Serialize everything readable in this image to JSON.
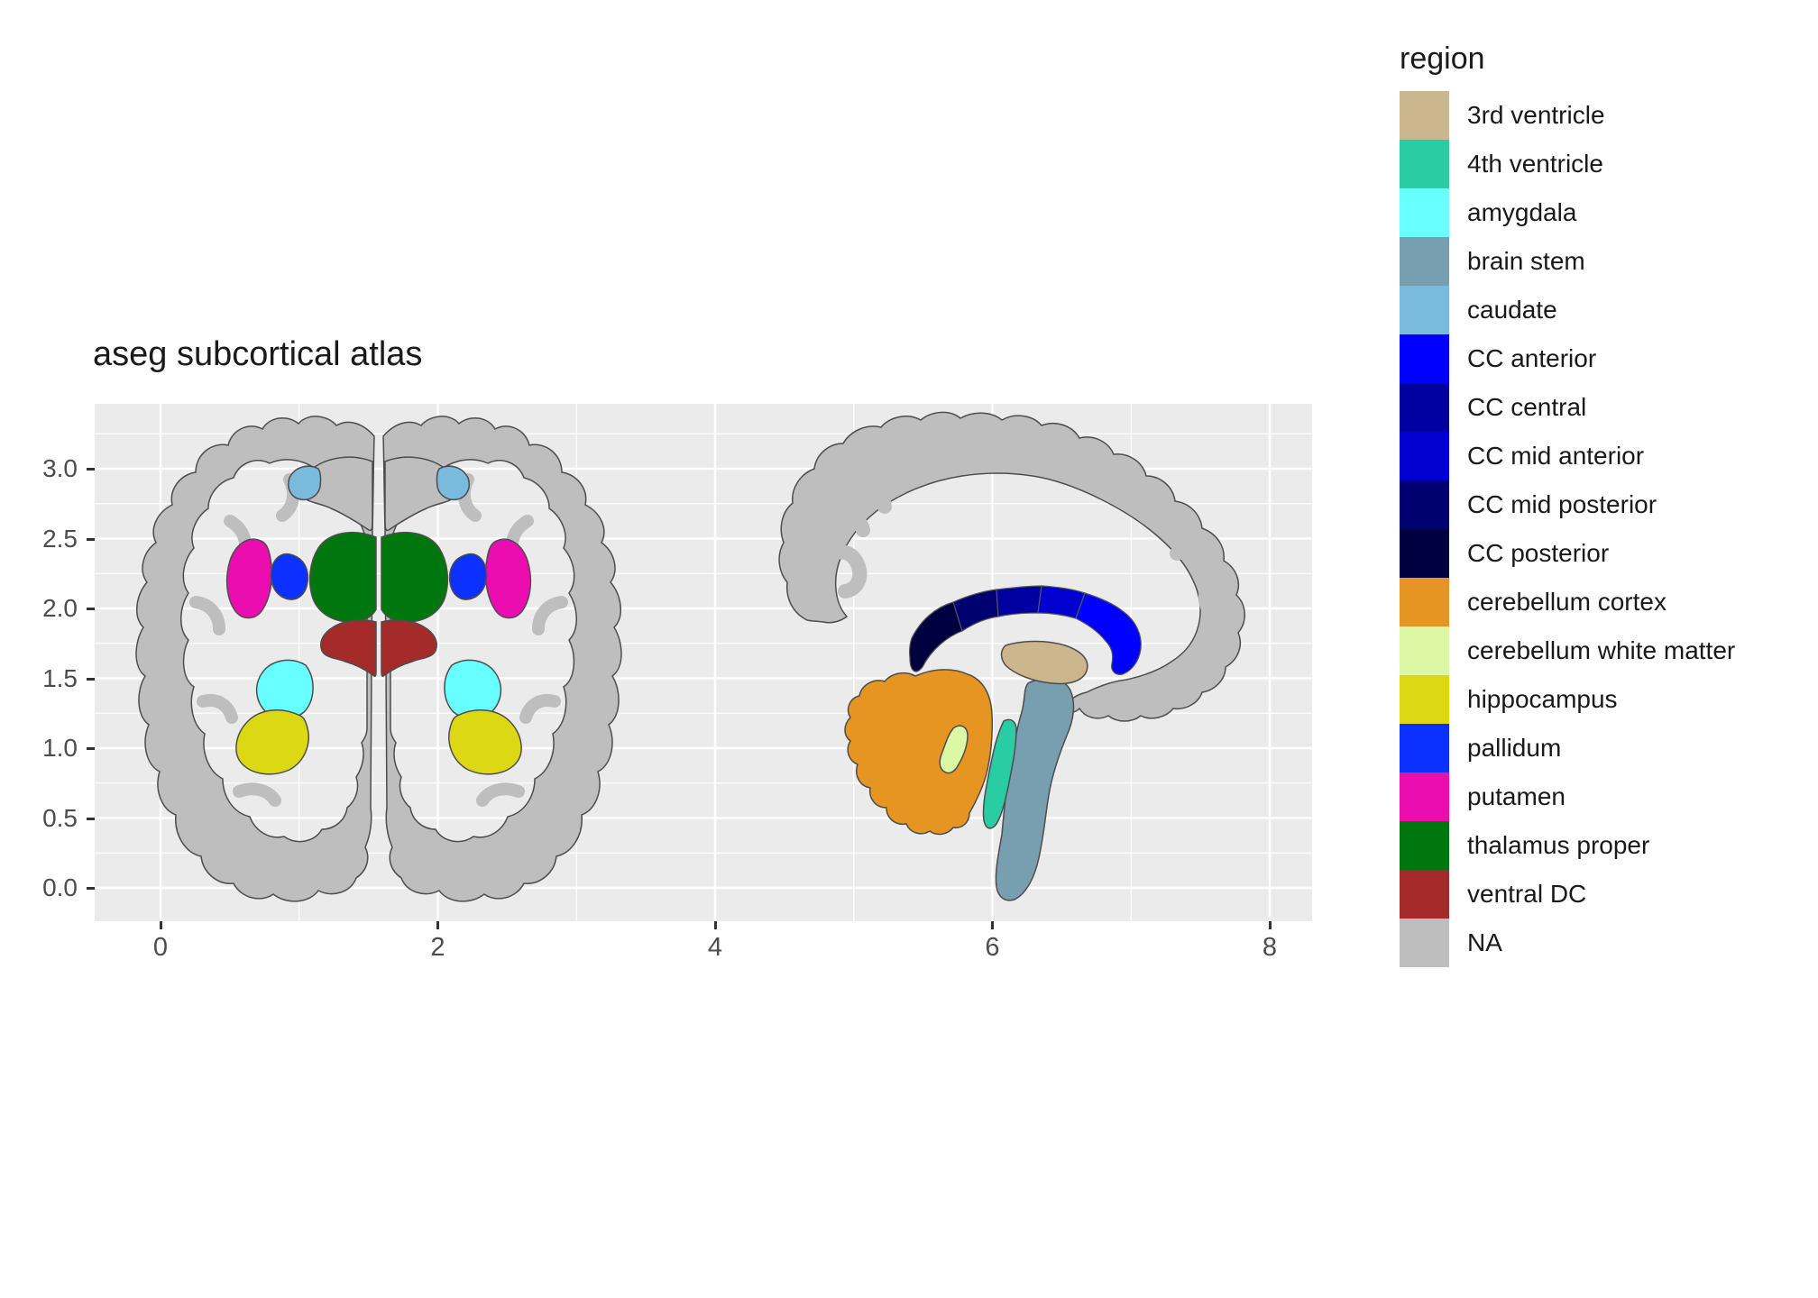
{
  "title": "aseg subcortical atlas",
  "axes": {
    "x_ticks": [
      "0",
      "2",
      "4",
      "6",
      "8"
    ],
    "y_ticks": [
      "3.0",
      "2.5",
      "2.0",
      "1.5",
      "1.0",
      "0.5",
      "0.0"
    ]
  },
  "legend": {
    "title": "region",
    "items": [
      {
        "label": "3rd ventricle",
        "color": "#CCB68E"
      },
      {
        "label": "4th ventricle",
        "color": "#2ACCA4"
      },
      {
        "label": "amygdala",
        "color": "#67FFFF"
      },
      {
        "label": "brain stem",
        "color": "#779FB0"
      },
      {
        "label": "caudate",
        "color": "#7ABADC"
      },
      {
        "label": "CC anterior",
        "color": "#0000FF"
      },
      {
        "label": "CC central",
        "color": "#0000A0"
      },
      {
        "label": "CC mid anterior",
        "color": "#0000D0"
      },
      {
        "label": "CC mid posterior",
        "color": "#000070"
      },
      {
        "label": "CC posterior",
        "color": "#000040"
      },
      {
        "label": "cerebellum cortex",
        "color": "#E69422"
      },
      {
        "label": "cerebellum white matter",
        "color": "#DCF8A4"
      },
      {
        "label": "hippocampus",
        "color": "#DCD814"
      },
      {
        "label": "pallidum",
        "color": "#0C30FF"
      },
      {
        "label": "putamen",
        "color": "#EC0DB0"
      },
      {
        "label": "thalamus proper",
        "color": "#00760E"
      },
      {
        "label": "ventral DC",
        "color": "#A52A2A"
      },
      {
        "label": "NA",
        "color": "#BEBEBE"
      }
    ]
  },
  "colors": {
    "panel_bg": "#EBEBEB",
    "grid": "#FFFFFF",
    "na": "#BEBEBE",
    "third_ventricle": "#CCB68E",
    "fourth_ventricle": "#2ACCA4",
    "amygdala": "#67FFFF",
    "brain_stem": "#779FB0",
    "caudate": "#7ABADC",
    "cc_anterior": "#0000FF",
    "cc_central": "#0000A0",
    "cc_mid_anterior": "#0000D0",
    "cc_mid_posterior": "#000070",
    "cc_posterior": "#000040",
    "cerebellum_cortex": "#E69422",
    "cerebellum_white_matter": "#DCF8A4",
    "hippocampus": "#DCD814",
    "pallidum": "#0C30FF",
    "putamen": "#EC0DB0",
    "thalamus_proper": "#00760E",
    "ventral_dc": "#A52A2A"
  },
  "chart_data": {
    "type": "map",
    "subtype": "brain-atlas-polygon-segmentation",
    "title": "aseg subcortical atlas",
    "legend_title": "region",
    "legend_position": "right",
    "xlim": [
      -0.5,
      8.75
    ],
    "ylim": [
      -0.45,
      3.45
    ],
    "x_ticks": [
      0,
      2,
      4,
      6,
      8
    ],
    "y_ticks": [
      0.0,
      0.5,
      1.0,
      1.5,
      2.0,
      2.5,
      3.0
    ],
    "grid": true,
    "panel_background": "#EBEBEB",
    "views": [
      {
        "name": "coronal slice",
        "x_range": [
          0.2,
          3.9
        ],
        "regions_shown": [
          "caudate",
          "thalamus proper",
          "putamen",
          "pallidum",
          "ventral DC",
          "amygdala",
          "hippocampus",
          "NA"
        ]
      },
      {
        "name": "sagittal slice",
        "x_range": [
          4.2,
          8.0
        ],
        "regions_shown": [
          "CC posterior",
          "CC mid posterior",
          "CC central",
          "CC mid anterior",
          "CC anterior",
          "3rd ventricle",
          "brain stem",
          "4th ventricle",
          "cerebellum cortex",
          "cerebellum white matter",
          "NA"
        ]
      }
    ],
    "regions": [
      "3rd ventricle",
      "4th ventricle",
      "amygdala",
      "brain stem",
      "caudate",
      "CC anterior",
      "CC central",
      "CC mid anterior",
      "CC mid posterior",
      "CC posterior",
      "cerebellum cortex",
      "cerebellum white matter",
      "hippocampus",
      "pallidum",
      "putamen",
      "thalamus proper",
      "ventral DC",
      "NA"
    ]
  }
}
